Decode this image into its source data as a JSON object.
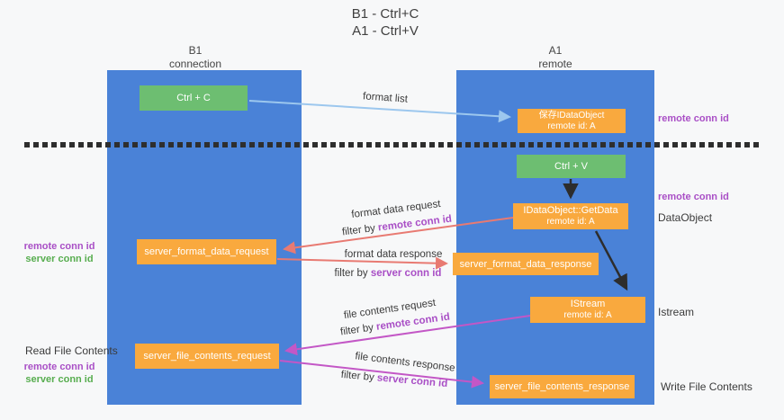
{
  "title": {
    "lines": [
      "B1 - Ctrl+C",
      "A1 - Ctrl+V"
    ]
  },
  "lanes": {
    "left": {
      "header_lines": [
        "B1",
        "connection"
      ]
    },
    "right": {
      "header_lines": [
        "A1",
        "remote"
      ]
    }
  },
  "boxes": {
    "ctrl_c": {
      "label": "Ctrl + C"
    },
    "ctrl_v": {
      "label": "Ctrl + V"
    },
    "save_dataobject": {
      "line1": "保存IDataObject",
      "line2": "remote id: A"
    },
    "getdata": {
      "line1": "IDataObject::GetData",
      "line2": "remote id: A"
    },
    "istream": {
      "line1": "IStream",
      "line2": "remote id: A"
    },
    "server_format_data_request": {
      "label": "server_format_data_request"
    },
    "server_format_data_response": {
      "label": "server_format_data_response"
    },
    "server_file_contents_request": {
      "label": "server_file_contents_request"
    },
    "server_file_contents_response": {
      "label": "server_file_contents_response"
    }
  },
  "flow_labels": {
    "format_list": "format list",
    "format_data_request": {
      "text": "format data request",
      "filter_prefix": "filter by ",
      "filter_key": "remote conn id"
    },
    "format_data_response": {
      "text": "format data response",
      "filter_prefix": "filter by ",
      "filter_key": "server conn id"
    },
    "file_contents_request": {
      "text": "file contents request",
      "filter_prefix": "filter by ",
      "filter_key": "remote conn id"
    },
    "file_contents_response": {
      "text": "file contents response",
      "filter_prefix": "filter by ",
      "filter_key": "server conn id"
    }
  },
  "side_labels": {
    "left_format_remote": "remote conn id",
    "left_format_server": "server conn id",
    "left_read_file": "Read File Contents",
    "left_file_remote": "remote conn id",
    "left_file_server": "server conn id",
    "right_save_conn": "remote conn id",
    "right_dataobject_conn": "remote conn id",
    "right_dataobject": "DataObject",
    "right_istream": "Istream",
    "right_write_file": "Write File Contents"
  },
  "colors": {
    "lane_blue": "#4a82d7",
    "box_orange": "#f9a93e",
    "box_green": "#6dbe71",
    "arrow_light_blue": "#9cc7ee",
    "arrow_salmon": "#e87a72",
    "arrow_orchid": "#c357c6",
    "arrow_black": "#2d2d2d",
    "text_purple": "#a94fc6",
    "text_green": "#57ad4f",
    "background": "#f7f8f9"
  }
}
